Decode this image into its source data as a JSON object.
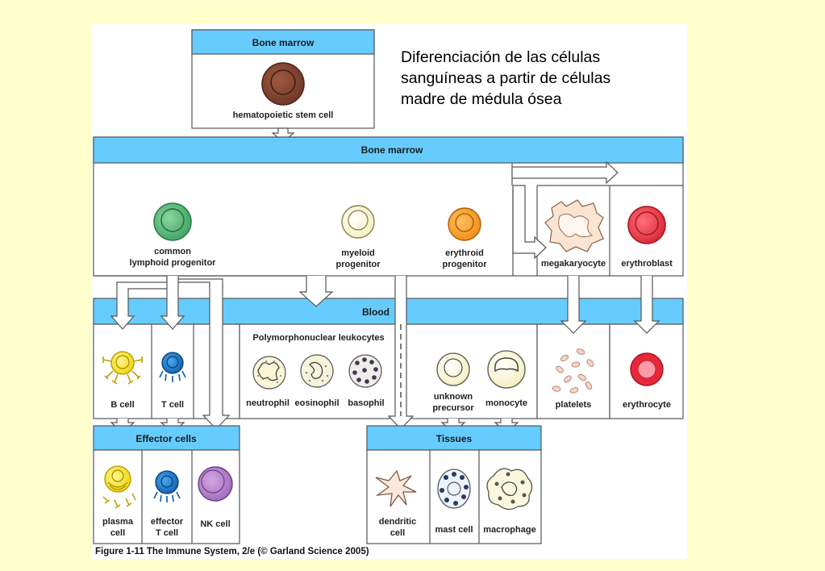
{
  "title_lines": [
    "Diferenciación de las células",
    "sanguíneas a partir de células",
    "madre de médula ósea"
  ],
  "caption": "Figure 1-11  The Immune System, 2/e (© Garland Science 2005)",
  "headers": {
    "bone_marrow_top": "Bone marrow",
    "bone_marrow": "Bone marrow",
    "blood": "Blood",
    "effector_cells": "Effector cells",
    "tissues": "Tissues"
  },
  "cells": {
    "stem_cell": "hematopoietic stem cell",
    "lymphoid_1": "common",
    "lymphoid_2": "lymphoid progenitor",
    "myeloid_1": "myeloid",
    "myeloid_2": "progenitor",
    "erythroid_1": "erythroid",
    "erythroid_2": "progenitor",
    "megakaryocyte": "megakaryocyte",
    "erythroblast": "erythroblast",
    "polymorphonuclear": "Polymorphonuclear  leukocytes",
    "b_cell": "B  cell",
    "t_cell": "T  cell",
    "neutrophil": "neutrophil",
    "eosinophil": "eosinophil",
    "basophil": "basophil",
    "unknown_1": "unknown",
    "unknown_2": "precursor",
    "monocyte": "monocyte",
    "platelets": "platelets",
    "erythrocyte": "erythrocyte",
    "plasma_1": "plasma",
    "plasma_2": "cell",
    "effector_t_1": "effector",
    "effector_t_2": "T  cell",
    "nk_cell": "NK cell",
    "dendritic_1": "dendritic",
    "dendritic_2": "cell",
    "mast_cell": "mast cell",
    "macrophage": "macrophage"
  },
  "colors": {
    "page_background": "#ffffcc",
    "header_blue": "#66ccff",
    "stem_cell": "#7a4232",
    "lymphoid": "#4caf6e",
    "myeloid": "#fffbd5",
    "erythroid": "#f5a020",
    "erythroblast": "#e83a4a",
    "b_cell": "#f8e020",
    "t_cell": "#1a78c8",
    "nk_cell": "#b080c8",
    "platelet": "#f0c8b8"
  }
}
